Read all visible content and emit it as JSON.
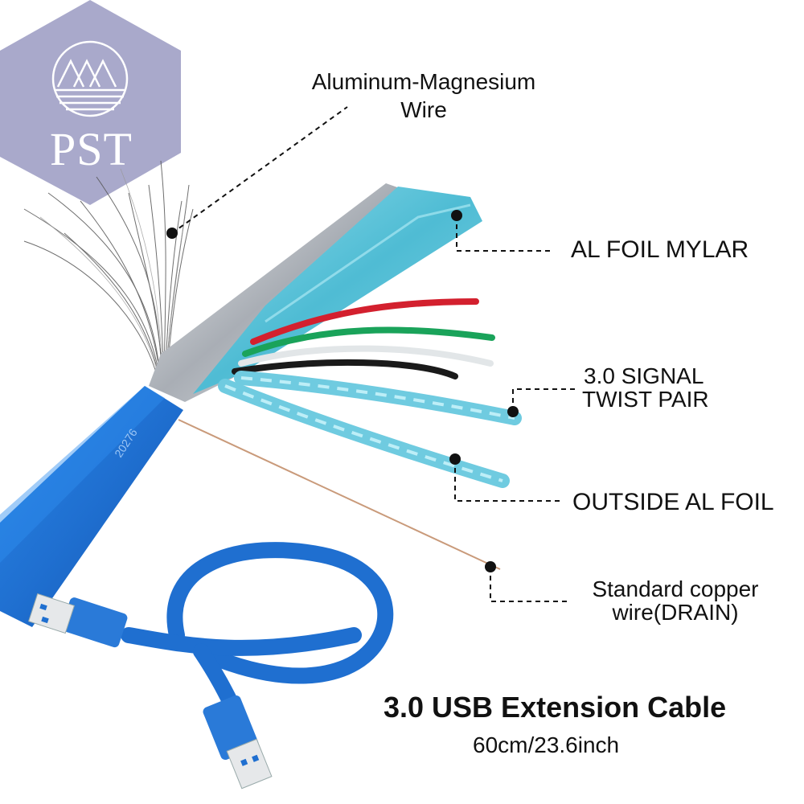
{
  "brand": {
    "logo_text": "PST",
    "logo_icon": "mountain-water-circle-icon",
    "hex_color": "#a9a9cb"
  },
  "labels": {
    "aluminum_magnesium": [
      "Aluminum-Magnesium",
      "Wire"
    ],
    "al_foil_mylar": "AL FOIL MYLAR",
    "signal_twist_pair": [
      "3.0 SIGNAL",
      "TWIST PAIR"
    ],
    "outside_al_foil": "OUTSIDE AL FOIL",
    "drain_wire": [
      "Standard copper",
      "wire(DRAIN)"
    ]
  },
  "product": {
    "title": "3.0 USB Extension Cable",
    "length": "60cm/23.6inch",
    "jacket_print": "20276"
  },
  "colors": {
    "cable_blue": "#1f6fd0",
    "foil_teal": "#5cc4d8",
    "foil_silver": "#c8ccd2",
    "wire_red": "#d3202e",
    "wire_green": "#1aa35a",
    "wire_white": "#e8ecee",
    "wire_black": "#1a1a1a",
    "copper": "#c99a7a"
  }
}
